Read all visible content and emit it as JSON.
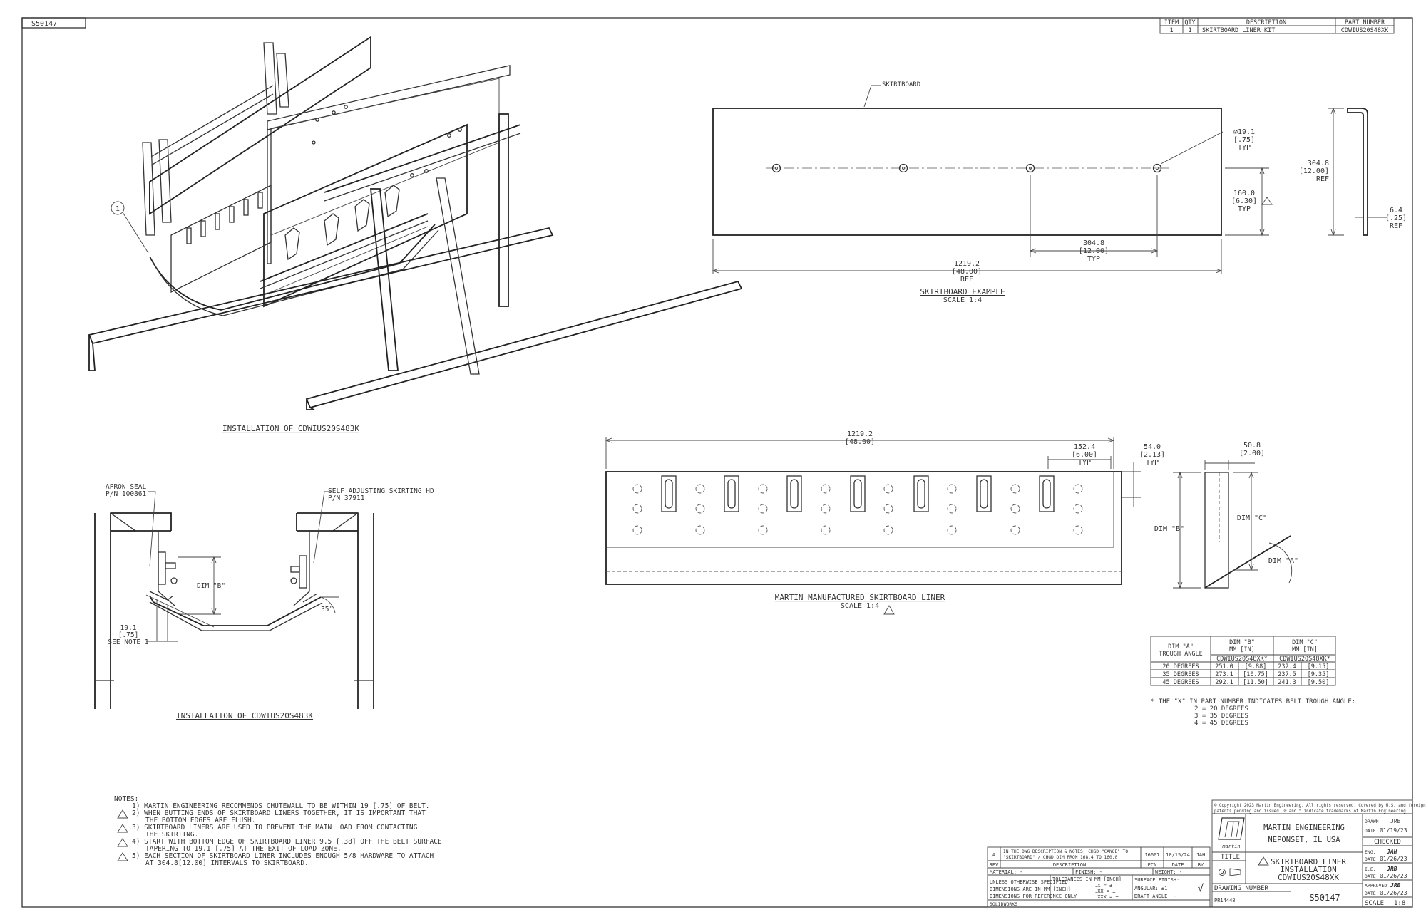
{
  "drawing_id": "S50147",
  "bom": {
    "headers": [
      "ITEM",
      "QTY",
      "DESCRIPTION",
      "PART NUMBER"
    ],
    "rows": [
      [
        "1",
        "1",
        "SKIRTBOARD LINER KIT",
        "CDWIUS20S48XK"
      ]
    ]
  },
  "iso_view": {
    "callout": "1",
    "caption": "INSTALLATION OF CDWIUS20S483K"
  },
  "section_view": {
    "apron_seal": "APRON SEAL",
    "apron_seal_pn": "P/N 100861",
    "skirting": "SELF ADJUSTING SKIRTING HD",
    "skirting_pn": "P/N 37911",
    "dim_b": "DIM \"B\"",
    "angle": "35°",
    "dim_19": "19.1",
    "dim_19_in": "[.75]",
    "see_note": "SEE NOTE 1",
    "caption": "INSTALLATION OF CDWIUS20S483K"
  },
  "skirtboard_example": {
    "label": "SKIRTBOARD",
    "hole_dia": "⌀19.1",
    "hole_dia_in": "[.75]",
    "typ": "TYP",
    "vert": "160.0",
    "vert_in": "[6.30]",
    "spacing": "304.8",
    "spacing_in": "[12.00]",
    "length": "1219.2",
    "length_in": "[48.00]",
    "ref": "REF",
    "height": "304.8",
    "height_in": "[12.00]",
    "flange": "6.4",
    "flange_in": "[.25]",
    "caption": "SKIRTBOARD EXAMPLE",
    "scale": "SCALE 1:4"
  },
  "liner": {
    "length": "1219.2",
    "length_in": "[48.00]",
    "slot_sp": "152.4",
    "slot_sp_in": "[6.00]",
    "typ": "TYP",
    "edge": "54.0",
    "edge_in": "[2.13]",
    "thick": "50.8",
    "thick_in": "[2.00]",
    "dim_b": "DIM \"B\"",
    "dim_c": "DIM \"C\"",
    "dim_a": "DIM \"A\"",
    "caption": "MARTIN MANUFACTURED SKIRTBOARD LINER",
    "scale": "SCALE 1:4"
  },
  "dim_table": {
    "h1": "DIM \"A\"",
    "h1b": "TROUGH ANGLE",
    "h2": "DIM \"B\"",
    "h3": "DIM \"C\"",
    "unit": "MM [IN]",
    "sub": "CDWIUS20S48XK*",
    "rows": [
      [
        "20 DEGREES",
        "251.0",
        "[9.88]",
        "232.4",
        "[9.15]"
      ],
      [
        "35 DEGREES",
        "273.1",
        "[10.75]",
        "237.5",
        "[9.35]"
      ],
      [
        "45 DEGREES",
        "292.1",
        "[11.50]",
        "241.3",
        "[9.50]"
      ]
    ]
  },
  "footnote": [
    "* THE \"X\" IN PART NUMBER INDICATES BELT TROUGH ANGLE:",
    "2 = 20 DEGREES",
    "3 = 35 DEGREES",
    "4 = 45 DEGREES"
  ],
  "notes": {
    "title": "NOTES:",
    "lines": [
      "1) MARTIN ENGINEERING RECOMMENDS CHUTEWALL TO BE WITHIN 19 [.75] OF BELT.",
      "2) WHEN BUTTING ENDS OF SKIRTBOARD LINERS TOGETHER, IT IS IMPORTANT THAT",
      "THE BOTTOM EDGES ARE FLUSH.",
      "3) SKIRTBOARD LINERS ARE USED TO PREVENT THE MAIN LOAD FROM CONTACTING",
      "THE SKIRTING.",
      "4) START WITH BOTTOM EDGE OF SKIRTBOARD LINER 9.5 [.38] OFF THE BELT SURFACE",
      "TAPERING TO 19.1 [.75] AT THE EXIT OF LOAD ZONE.",
      "5) EACH SECTION OF SKIRTBOARD LINER INCLUDES ENOUGH 5/8 HARDWARE TO ATTACH",
      "AT 304.8[12.00] INTERVALS TO SKIRTBOARD."
    ]
  },
  "revision": {
    "rev": "A",
    "desc1": "IN THE DWG DESCRIPTION & NOTES: CHGD \"CANOE\" TO",
    "desc2": "\"SKIRTBOARD\" / CHGD DIM FROM 168.4 TO 160.0",
    "ecn": "16607",
    "date": "10/15/24",
    "by": "JAH",
    "h_rev": "REV",
    "h_desc": "DESCRIPTION",
    "h_ecn": "ECN",
    "h_date": "DATE",
    "h_by": "BY"
  },
  "props": {
    "material": "MATERIAL: -",
    "finish": "FINISH: -",
    "weight": "WEIGHT: -",
    "unless1": "UNLESS OTHERWISE SPECIFIED",
    "unless2": "DIMENSIONS ARE IN MM [INCH]",
    "unless3": "DIMENSIONS FOR REFERENCE ONLY",
    "tol": "TOLERANCES IN MM [INCH]",
    "tol1": ".X = ±",
    "tol2": ".XX = ±",
    "tol3": ".XXX = ±",
    "surface": "SURFACE FINISH:",
    "angular": "ANGULAR: ±1",
    "draft": "DRAFT ANGLE: -",
    "check": "√",
    "software": "SOLIDWORKS"
  },
  "title_block": {
    "copyright1": "© Copyright 2023 Martin Engineering. All rights reserved. Covered by U.S. and foreign",
    "copyright2": "patents pending and issued. ® and ™ indicate trademarks of Martin Engineering.",
    "logo": "martin",
    "company": "MARTIN ENGINEERING",
    "location": "NEPONSET, IL USA",
    "title_lbl": "TITLE",
    "title1": "SKIRTBOARD LINER",
    "title2": "INSTALLATION",
    "title3": "CDWIUS20S48XK",
    "dwg_lbl": "DRAWING NUMBER",
    "dwg_no": "S50147",
    "pr": "PR14448",
    "drawn": "DRAWN",
    "drawn_by": "JRB",
    "date_lbl": "DATE",
    "drawn_date": "01/19/23",
    "checked": "CHECKED",
    "eng": "ENG.",
    "eng_by": "JAH",
    "eng_date": "01/26/23",
    "ie": "I.E.",
    "ie_by": "JRB",
    "ie_date": "01/26/23",
    "approved": "APPROVED",
    "app_by": "JRB",
    "app_date": "01/26/23",
    "scale": "SCALE",
    "scale_val": "1:8"
  }
}
